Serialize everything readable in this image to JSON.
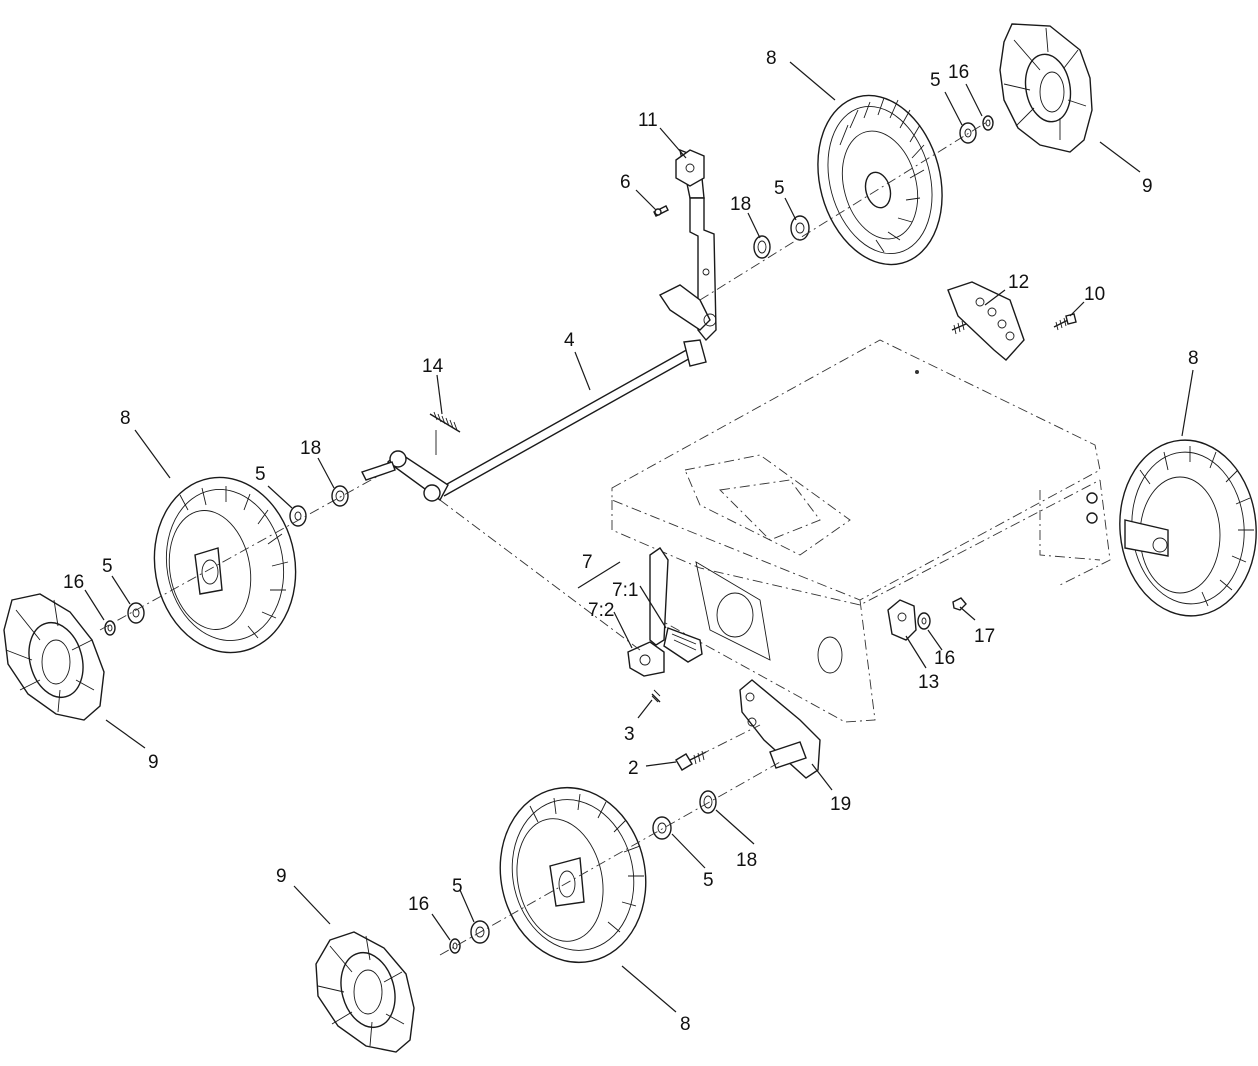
{
  "callouts": [
    {
      "id": "c8a",
      "label": "8"
    },
    {
      "id": "c5a",
      "label": "5"
    },
    {
      "id": "c16a",
      "label": "16"
    },
    {
      "id": "c9a",
      "label": "9"
    },
    {
      "id": "c11",
      "label": "11"
    },
    {
      "id": "c6",
      "label": "6"
    },
    {
      "id": "c18a",
      "label": "18"
    },
    {
      "id": "c5b",
      "label": "5"
    },
    {
      "id": "c12",
      "label": "12"
    },
    {
      "id": "c10",
      "label": "10"
    },
    {
      "id": "c4",
      "label": "4"
    },
    {
      "id": "c14",
      "label": "14"
    },
    {
      "id": "c8b",
      "label": "8"
    },
    {
      "id": "c8c",
      "label": "8"
    },
    {
      "id": "c18b",
      "label": "18"
    },
    {
      "id": "c5c",
      "label": "5"
    },
    {
      "id": "c5d",
      "label": "5"
    },
    {
      "id": "c16b",
      "label": "16"
    },
    {
      "id": "c9b",
      "label": "9"
    },
    {
      "id": "c7",
      "label": "7"
    },
    {
      "id": "c71",
      "label": "7:1"
    },
    {
      "id": "c72",
      "label": "7:2"
    },
    {
      "id": "c17",
      "label": "17"
    },
    {
      "id": "c16c",
      "label": "16"
    },
    {
      "id": "c13",
      "label": "13"
    },
    {
      "id": "c3",
      "label": "3"
    },
    {
      "id": "c2",
      "label": "2"
    },
    {
      "id": "c19",
      "label": "19"
    },
    {
      "id": "c18c",
      "label": "18"
    },
    {
      "id": "c5e",
      "label": "5"
    },
    {
      "id": "c9c",
      "label": "9"
    },
    {
      "id": "c16d",
      "label": "16"
    },
    {
      "id": "c5f",
      "label": "5"
    },
    {
      "id": "c8d",
      "label": "8"
    }
  ]
}
